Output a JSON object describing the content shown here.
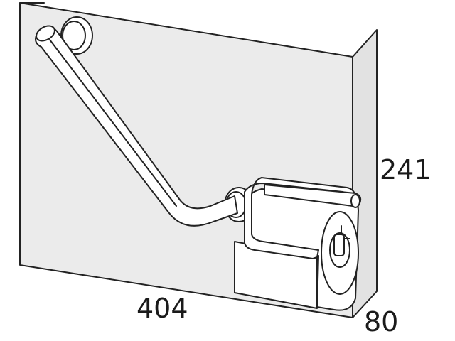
{
  "dimensions": {
    "width": "404",
    "height": "241",
    "depth": "80"
  },
  "colors": {
    "wall": "#ebebeb",
    "wall_side": "#e2e2e2",
    "outline": "#222222",
    "fixture": "#ffffff"
  },
  "icons": {
    "grab_bar": "angled-grab-bar",
    "holder": "toilet-paper-holder",
    "knob": "spindle-knob"
  }
}
